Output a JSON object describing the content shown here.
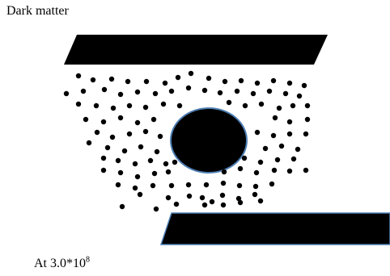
{
  "diagram": {
    "title": "Dark matter",
    "caption": {
      "prefix": "At 3.0*10",
      "exponent": "8"
    },
    "colors": {
      "fill": "#000000",
      "outline": "#4f7fb3",
      "background": "#ffffff"
    },
    "elements": [
      "upper-slab",
      "lower-slab",
      "central-sphere",
      "particle-cloud"
    ]
  }
}
